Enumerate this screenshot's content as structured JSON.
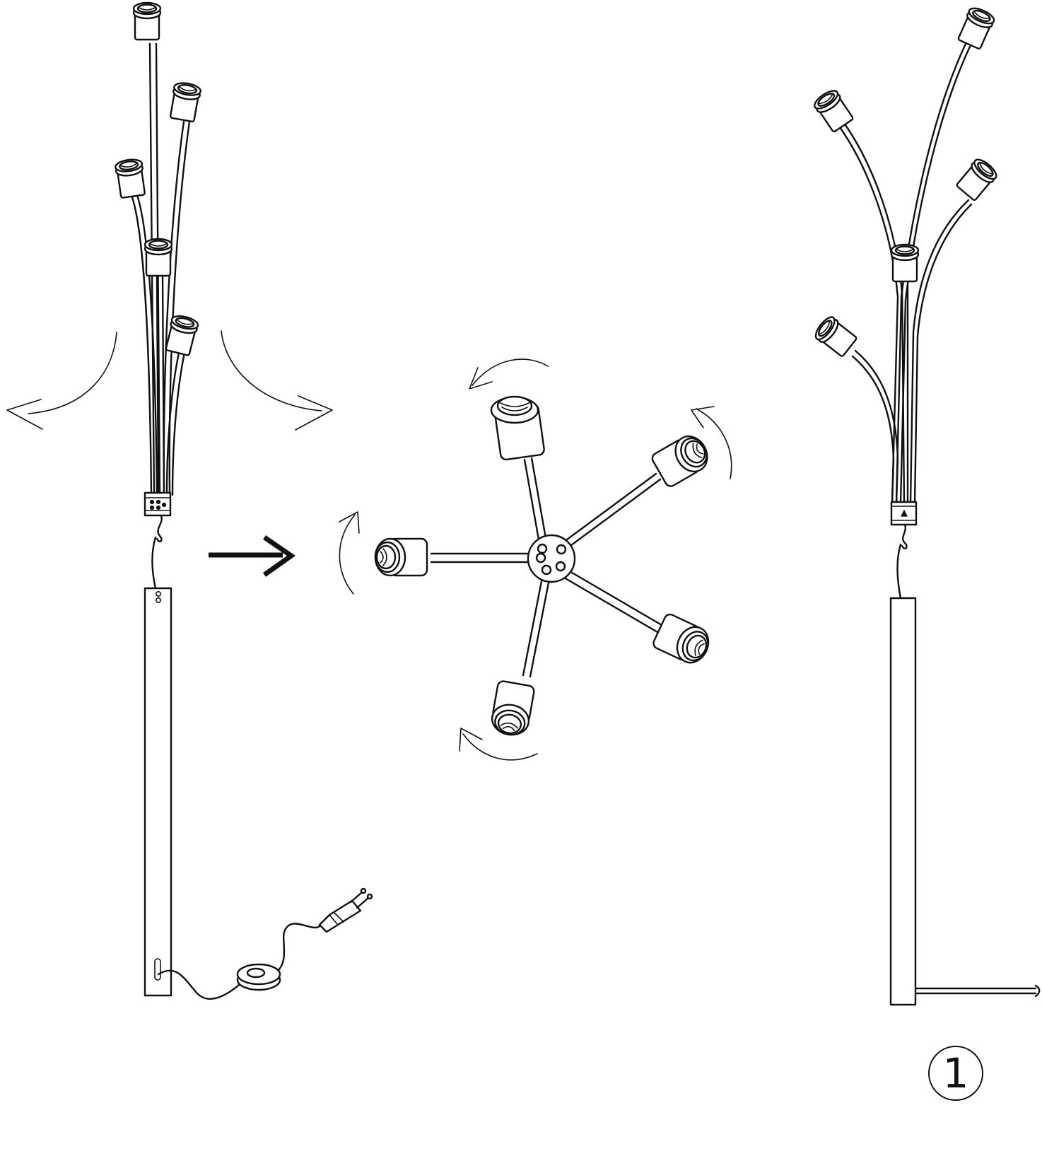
{
  "figure": {
    "step_number": "1",
    "colors": {
      "line": "#111111",
      "background": "#ffffff"
    },
    "panels": [
      {
        "name": "lamp-before",
        "arms": "folded",
        "sockets": 5
      },
      {
        "name": "arm-hub-top-view",
        "arms": "rotating",
        "sockets": 5
      },
      {
        "name": "lamp-after",
        "arms": "spread",
        "sockets": 5
      }
    ],
    "icons": [
      "socket-icon",
      "rotate-arrow-icon",
      "spread-arrow-icon",
      "right-arrow-icon",
      "plug-icon",
      "foot-switch-icon"
    ]
  }
}
